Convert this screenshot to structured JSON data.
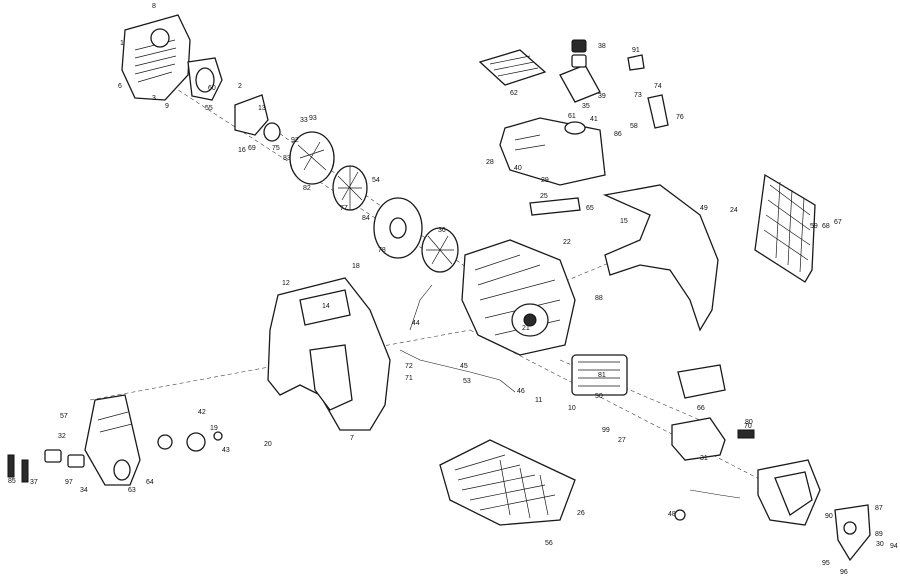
{
  "labels": [
    "8",
    "1",
    "3",
    "6",
    "9",
    "55",
    "16",
    "33",
    "60",
    "13",
    "2",
    "69",
    "77",
    "75",
    "82",
    "83",
    "92",
    "93",
    "78",
    "54",
    "84",
    "36",
    "38",
    "91",
    "62",
    "35",
    "73",
    "74",
    "76",
    "41",
    "44",
    "58",
    "86",
    "28",
    "49",
    "24",
    "67",
    "65",
    "68",
    "25",
    "18",
    "12",
    "14",
    "71",
    "88",
    "21",
    "43",
    "40",
    "59",
    "80",
    "87",
    "66",
    "95",
    "89",
    "22",
    "30",
    "85",
    "97",
    "19",
    "42",
    "37",
    "31",
    "7",
    "53",
    "26",
    "81",
    "64",
    "48",
    "57",
    "20",
    "32",
    "45",
    "50",
    "15",
    "11",
    "10",
    "46",
    "94",
    "34",
    "63",
    "39",
    "70",
    "29",
    "96",
    "90",
    "56",
    "72",
    "99",
    "27",
    "61"
  ]
}
